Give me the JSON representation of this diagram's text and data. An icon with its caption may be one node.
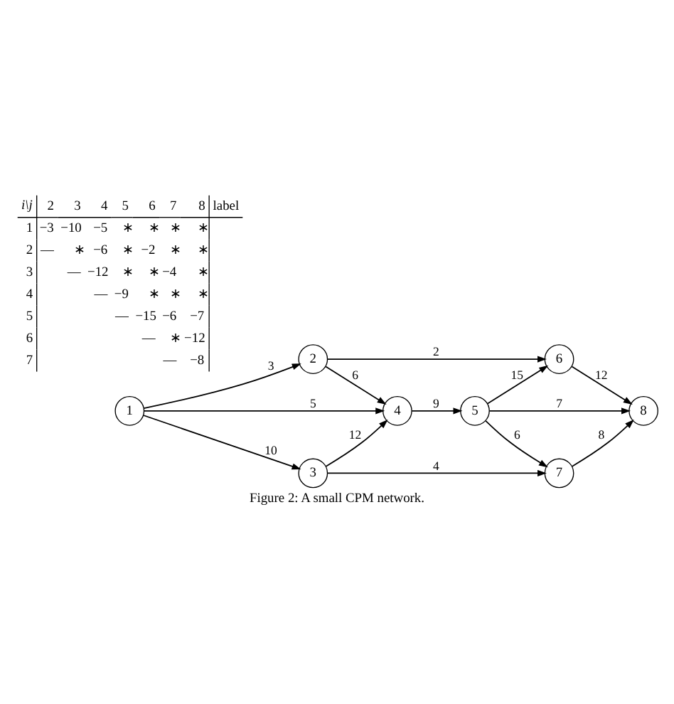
{
  "diagram": {
    "caption": "Figure 2: A small CPM network.",
    "nodes": [
      {
        "text": [
          "1"
        ]
      },
      {
        "text": [
          "2"
        ]
      },
      {
        "text": [
          "3"
        ]
      },
      {
        "text": [
          "4"
        ]
      },
      {
        "text": [
          "5"
        ]
      },
      {
        "text": [
          "6"
        ]
      },
      {
        "text": [
          "7"
        ]
      },
      {
        "text": [
          "8"
        ]
      }
    ],
    "edges": [
      {
        "from": 0,
        "to": 1,
        "arrow": "to",
        "label": "3"
      },
      {
        "from": 1,
        "to": 5,
        "arrow": "to",
        "label": "2"
      },
      {
        "from": 1,
        "to": 3,
        "arrow": "to",
        "label": "6"
      },
      {
        "from": 0,
        "to": 3,
        "arrow": "to",
        "label": "5"
      },
      {
        "from": 0,
        "to": 2,
        "arrow": "to",
        "label": "10"
      },
      {
        "from": 2,
        "to": 3,
        "arrow": "to",
        "label": "12"
      },
      {
        "from": 2,
        "to": 6,
        "arrow": "to",
        "label": "4"
      },
      {
        "from": 3,
        "to": 4,
        "arrow": "to",
        "label": "9"
      },
      {
        "from": 4,
        "to": 5,
        "arrow": "to",
        "label": "15"
      },
      {
        "from": 4,
        "to": 7,
        "arrow": "to",
        "label": "7"
      },
      {
        "from": 4,
        "to": 6,
        "arrow": "to",
        "label": "6"
      },
      {
        "from": 5,
        "to": 7,
        "arrow": "to",
        "label": "12"
      },
      {
        "from": 6,
        "to": 7,
        "arrow": "to",
        "label": "8"
      }
    ],
    "labels": [
      "i\\j",
      "2",
      "3",
      "4",
      "5",
      "6",
      "7",
      "8",
      "label",
      "1",
      "−3",
      "−10",
      "−5",
      "∗",
      "∗",
      "∗",
      "∗",
      "2",
      "—",
      "∗",
      "−6",
      "∗",
      "−2",
      "∗",
      "∗",
      "3",
      "—",
      "−12",
      "∗",
      "∗",
      "−4",
      "∗",
      "4",
      "—",
      "−9",
      "∗",
      "∗",
      "∗",
      "5",
      "—",
      "−15",
      "−6",
      "−7",
      "6",
      "—",
      "∗",
      "−12",
      "7",
      "—",
      "−8"
    ]
  }
}
